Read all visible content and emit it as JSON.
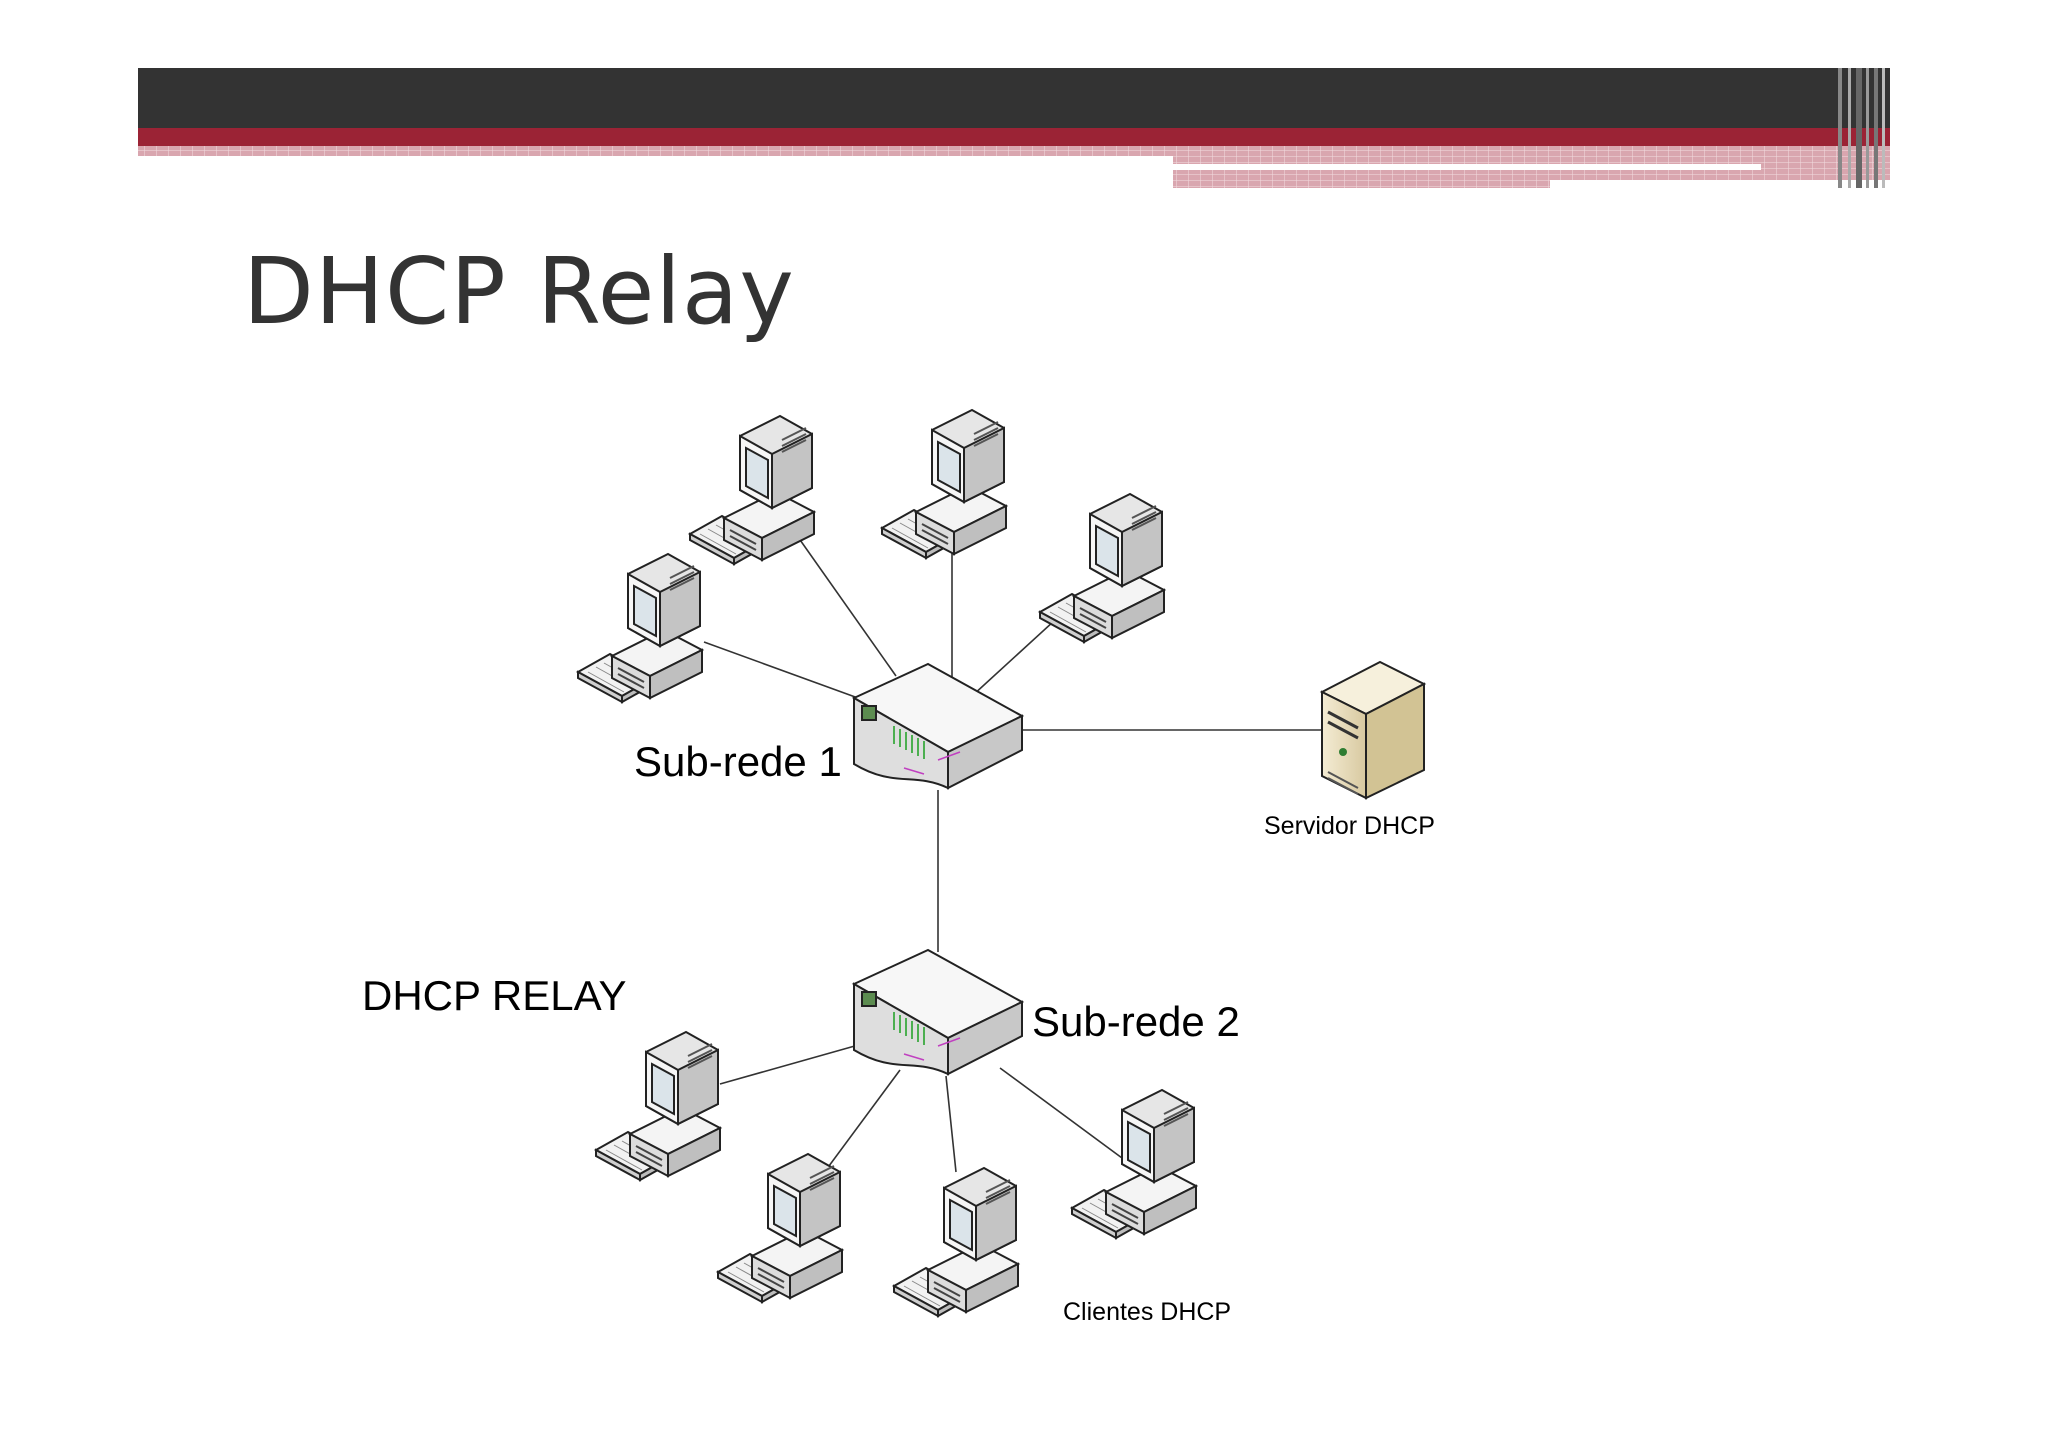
{
  "slide": {
    "title": "DHCP Relay"
  },
  "diagram": {
    "label_subnet1": "Sub-rede 1",
    "label_subnet2": "Sub-rede 2",
    "label_relay": "DHCP RELAY",
    "label_server": "Servidor DHCP",
    "label_clients": "Clientes DHCP"
  },
  "colors": {
    "header_dark": "#333333",
    "header_red": "#9b2335",
    "header_pink": "#d8a4ad",
    "title_text": "#333333"
  },
  "icons": {
    "client": "desktop-computer-icon",
    "hub": "network-hub-icon",
    "server": "tower-server-icon"
  }
}
